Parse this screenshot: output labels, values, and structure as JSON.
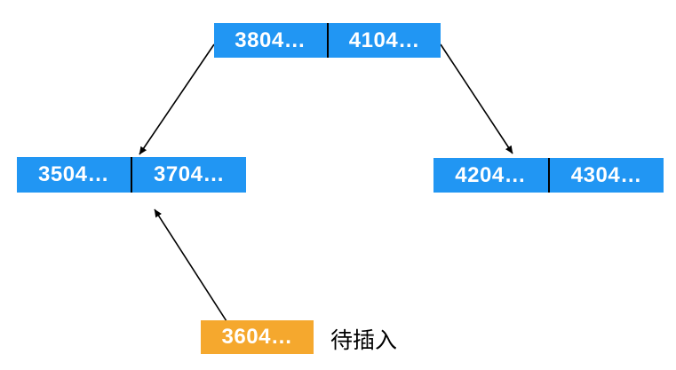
{
  "diagram": {
    "type": "btree-insert",
    "nodes": {
      "root": {
        "keys": [
          "3804…",
          "4104…"
        ]
      },
      "left_child": {
        "keys": [
          "3504…",
          "3704…"
        ]
      },
      "right_child": {
        "keys": [
          "4204…",
          "4304…"
        ]
      },
      "pending_insert": {
        "keys": [
          "3604…"
        ]
      }
    },
    "annotation": {
      "label": "待插入"
    },
    "colors": {
      "node_fill_blue": "#2196F3",
      "node_fill_orange": "#F5A82E",
      "node_text": "#FFFFFF",
      "annotation_text": "#000000",
      "arrow": "#000000",
      "background": "#FFFFFF"
    }
  }
}
